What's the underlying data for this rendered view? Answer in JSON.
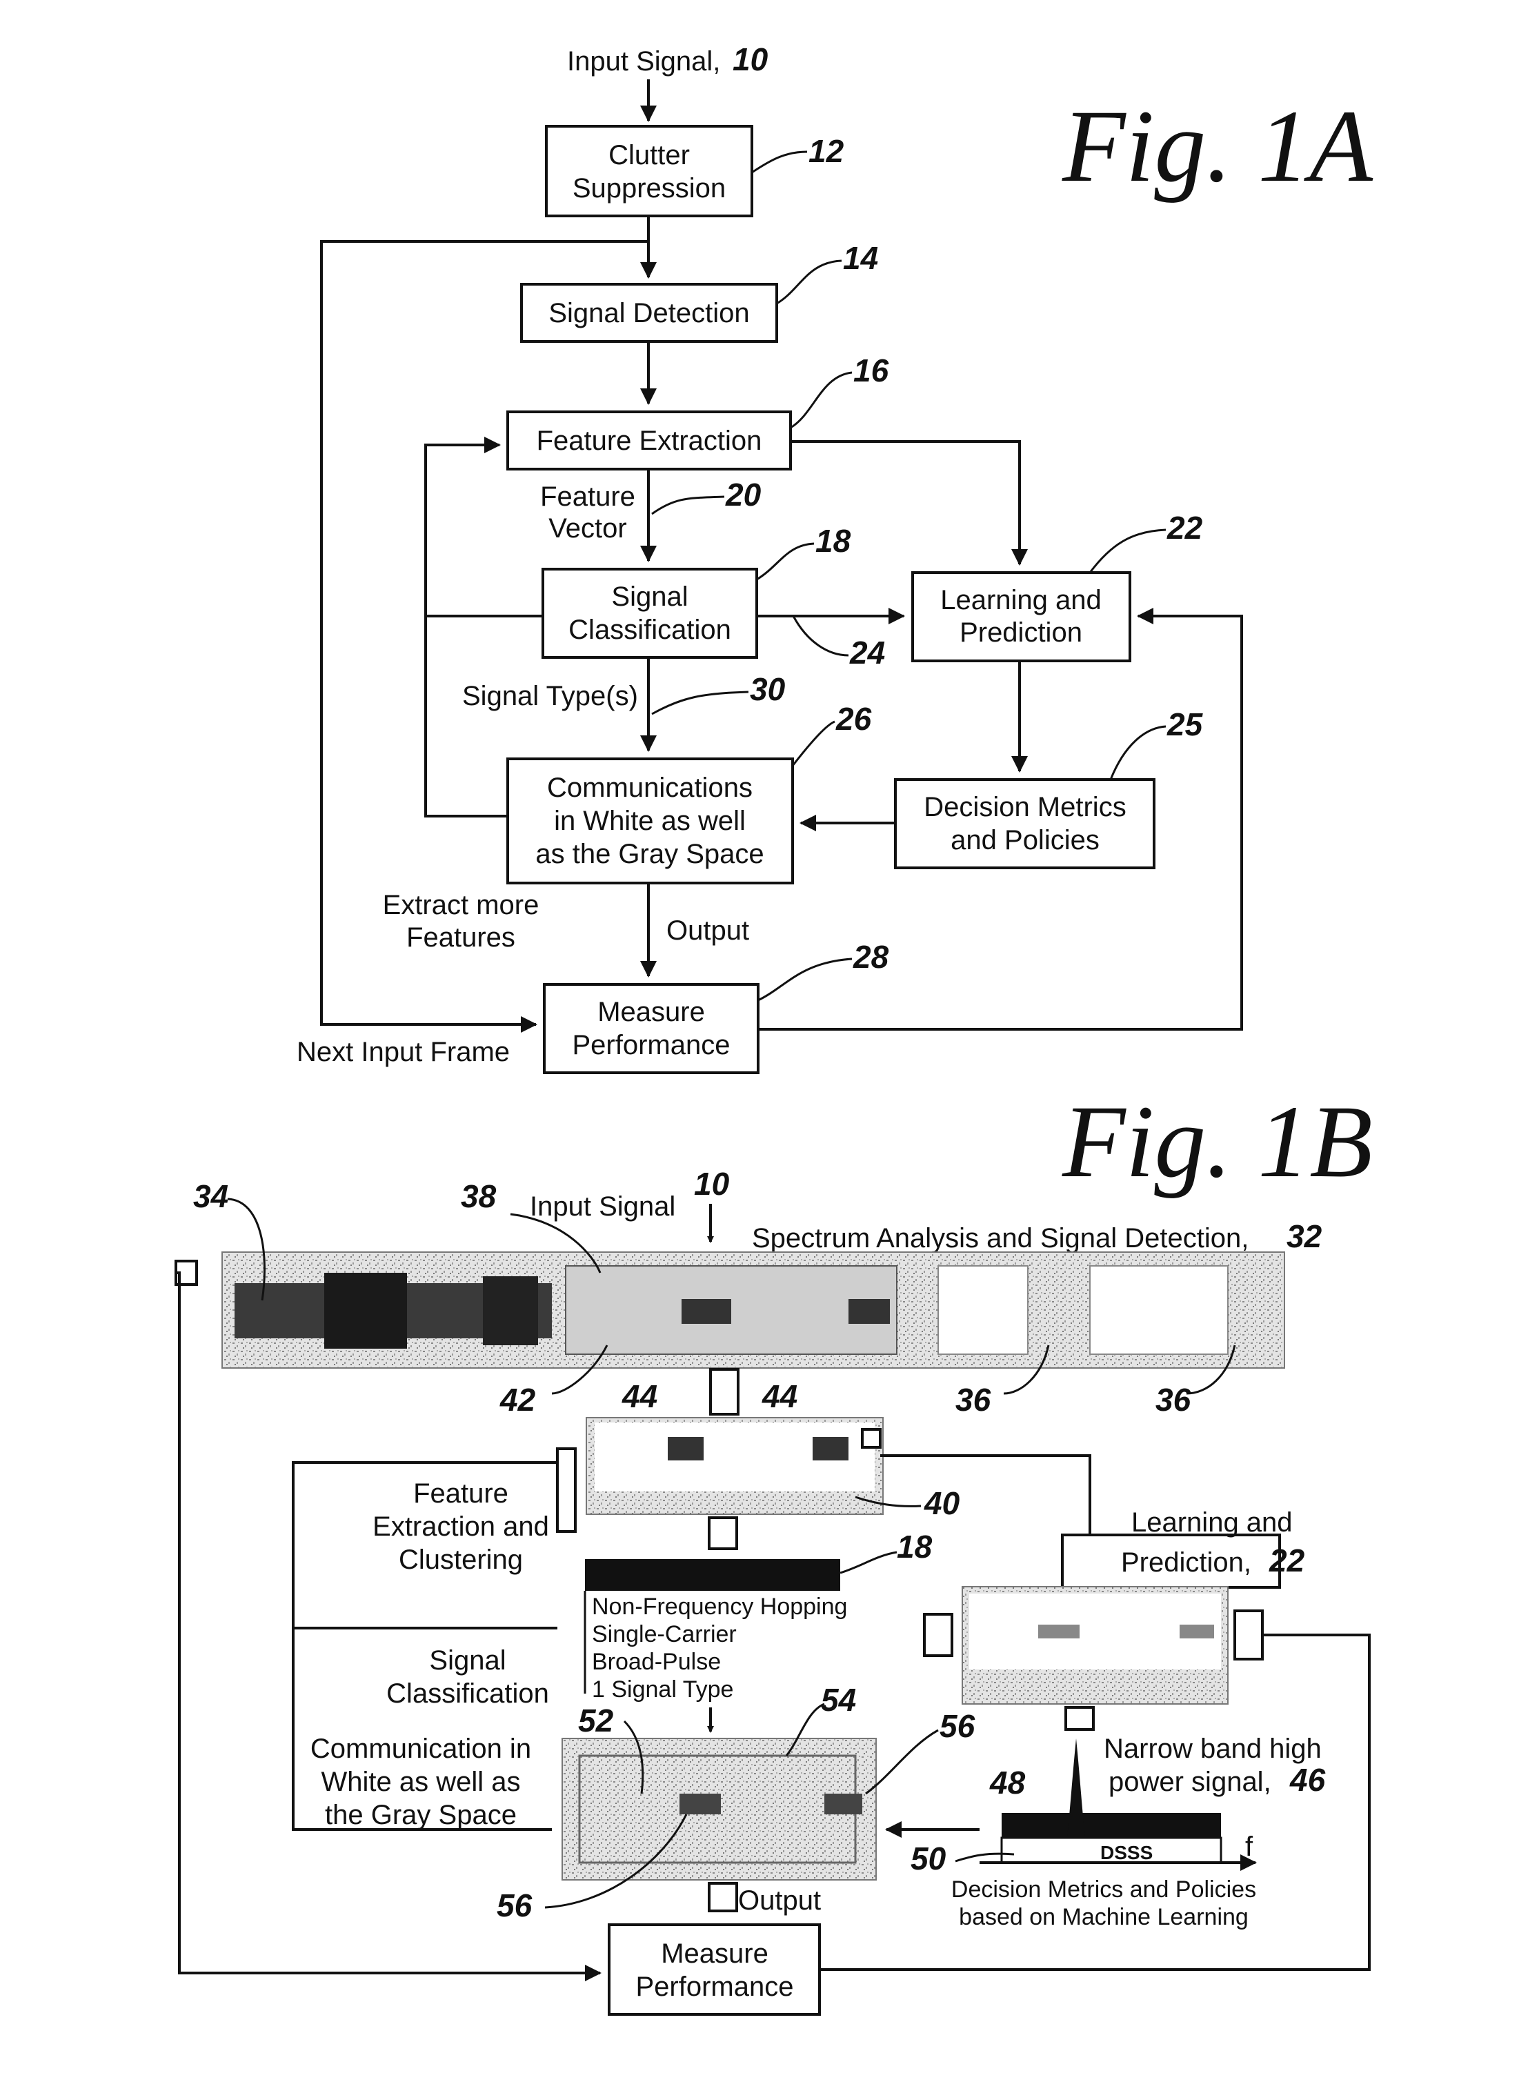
{
  "fig1a": {
    "title": "Fig. 1A",
    "input_label": "Input Signal,",
    "input_num": "10",
    "clutter": [
      "Clutter",
      "Suppression"
    ],
    "clutter_num": "12",
    "detection": "Signal Detection",
    "detection_num": "14",
    "feature_extraction": "Feature Extraction",
    "feature_extraction_num": "16",
    "feature_vector": [
      "Feature",
      "Vector"
    ],
    "feature_vector_num": "20",
    "classification": [
      "Signal",
      "Classification"
    ],
    "classification_num": "18",
    "learning": [
      "Learning and",
      "Prediction"
    ],
    "learning_num": "22",
    "arrow_24": "24",
    "signal_types": "Signal Type(s)",
    "signal_types_num": "30",
    "communications": [
      "Communications",
      "in White as well",
      "as the Gray Space"
    ],
    "communications_num": "26",
    "decision": [
      "Decision Metrics",
      "and Policies"
    ],
    "decision_num": "25",
    "extract_more": [
      "Extract more",
      "Features"
    ],
    "output": "Output",
    "measure": [
      "Measure",
      "Performance"
    ],
    "measure_num": "28",
    "next_frame": "Next Input Frame"
  },
  "fig1b": {
    "title": "Fig. 1B",
    "input_signal": "Input Signal",
    "input_num": "10",
    "spectrum": "Spectrum Analysis and Signal Detection,",
    "spectrum_num": "32",
    "num_34": "34",
    "num_38": "38",
    "num_42": "42",
    "num_36a": "36",
    "num_36b": "36",
    "num_44a": "44",
    "num_44b": "44",
    "num_40": "40",
    "feature_extraction": [
      "Feature",
      "Extraction and",
      "Clustering"
    ],
    "learning": [
      "Learning and",
      "Prediction,"
    ],
    "learning_num": "22",
    "classifier_num": "18",
    "classes": [
      "Non-Frequency Hopping",
      "Single-Carrier",
      "Broad-Pulse",
      "1 Signal Type"
    ],
    "signal_classification": [
      "Signal",
      "Classification"
    ],
    "communication": [
      "Communication in",
      "White as well as",
      "the Gray Space"
    ],
    "num_52": "52",
    "num_54": "54",
    "num_56a": "56",
    "num_56b": "56",
    "narrow_band": [
      "Narrow band high",
      "power signal,"
    ],
    "narrow_band_num": "46",
    "num_48": "48",
    "num_50": "50",
    "dsss": "DSSS",
    "f_axis": "f",
    "decision": [
      "Decision Metrics and Policies",
      "based on Machine Learning"
    ],
    "output": "Output",
    "measure": [
      "Measure",
      "Performance"
    ]
  }
}
